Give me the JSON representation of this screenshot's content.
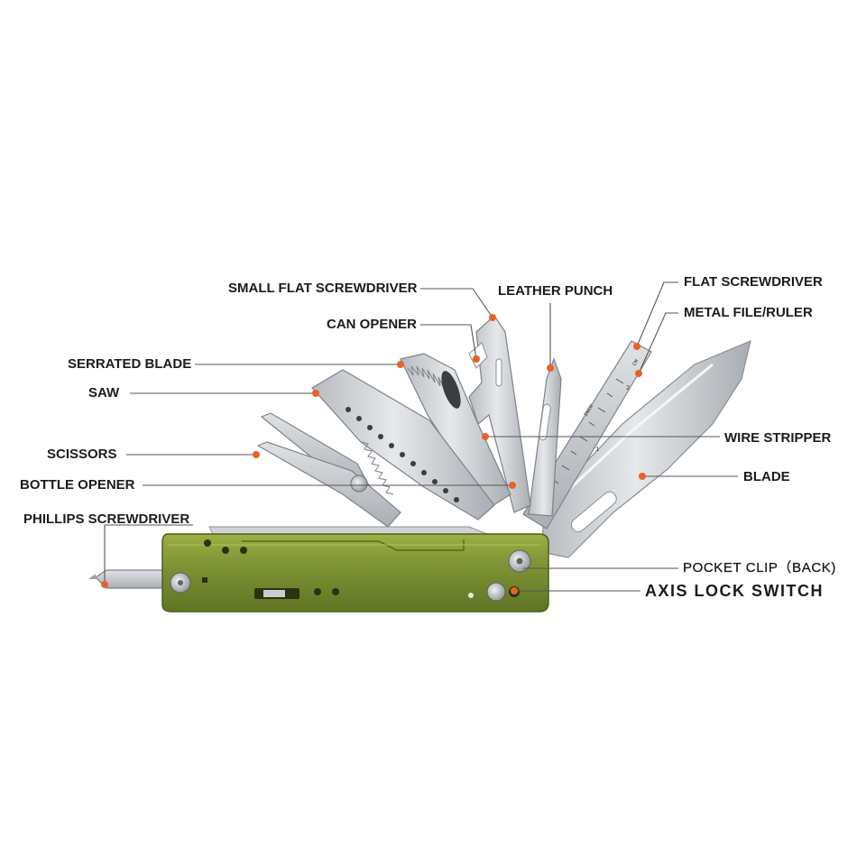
{
  "colors": {
    "accent_dot": "#e8622a",
    "leader_line": "#555555",
    "handle": "#7e9435",
    "handle_dark": "#4d5f1c",
    "steel": "#c9ccd0",
    "steel_dark": "#8d9197"
  },
  "labels": {
    "small_flat_screwdriver": "SMALL FLAT SCREWDRIVER",
    "can_opener": "CAN OPENER",
    "serrated_blade": "SERRATED BLADE",
    "saw": "SAW",
    "scissors": "SCISSORS",
    "bottle_opener": "BOTTLE OPENER",
    "phillips_screwdriver": "PHILLIPS SCREWDRIVER",
    "leather_punch": "LEATHER PUNCH",
    "flat_screwdriver": "FLAT SCREWDRIVER",
    "metal_file_ruler": "METAL FILE/RULER",
    "wire_stripper": "WIRE STRIPPER",
    "blade": "BLADE",
    "pocket_clip": "POCKET CLIP（BACK)",
    "axis_lock_switch": "AXIS LOCK SWITCH"
  },
  "ruler_marks": {
    "inch_label": "INCH",
    "cm_label": "CM",
    "numbers": [
      "1",
      "2"
    ]
  }
}
